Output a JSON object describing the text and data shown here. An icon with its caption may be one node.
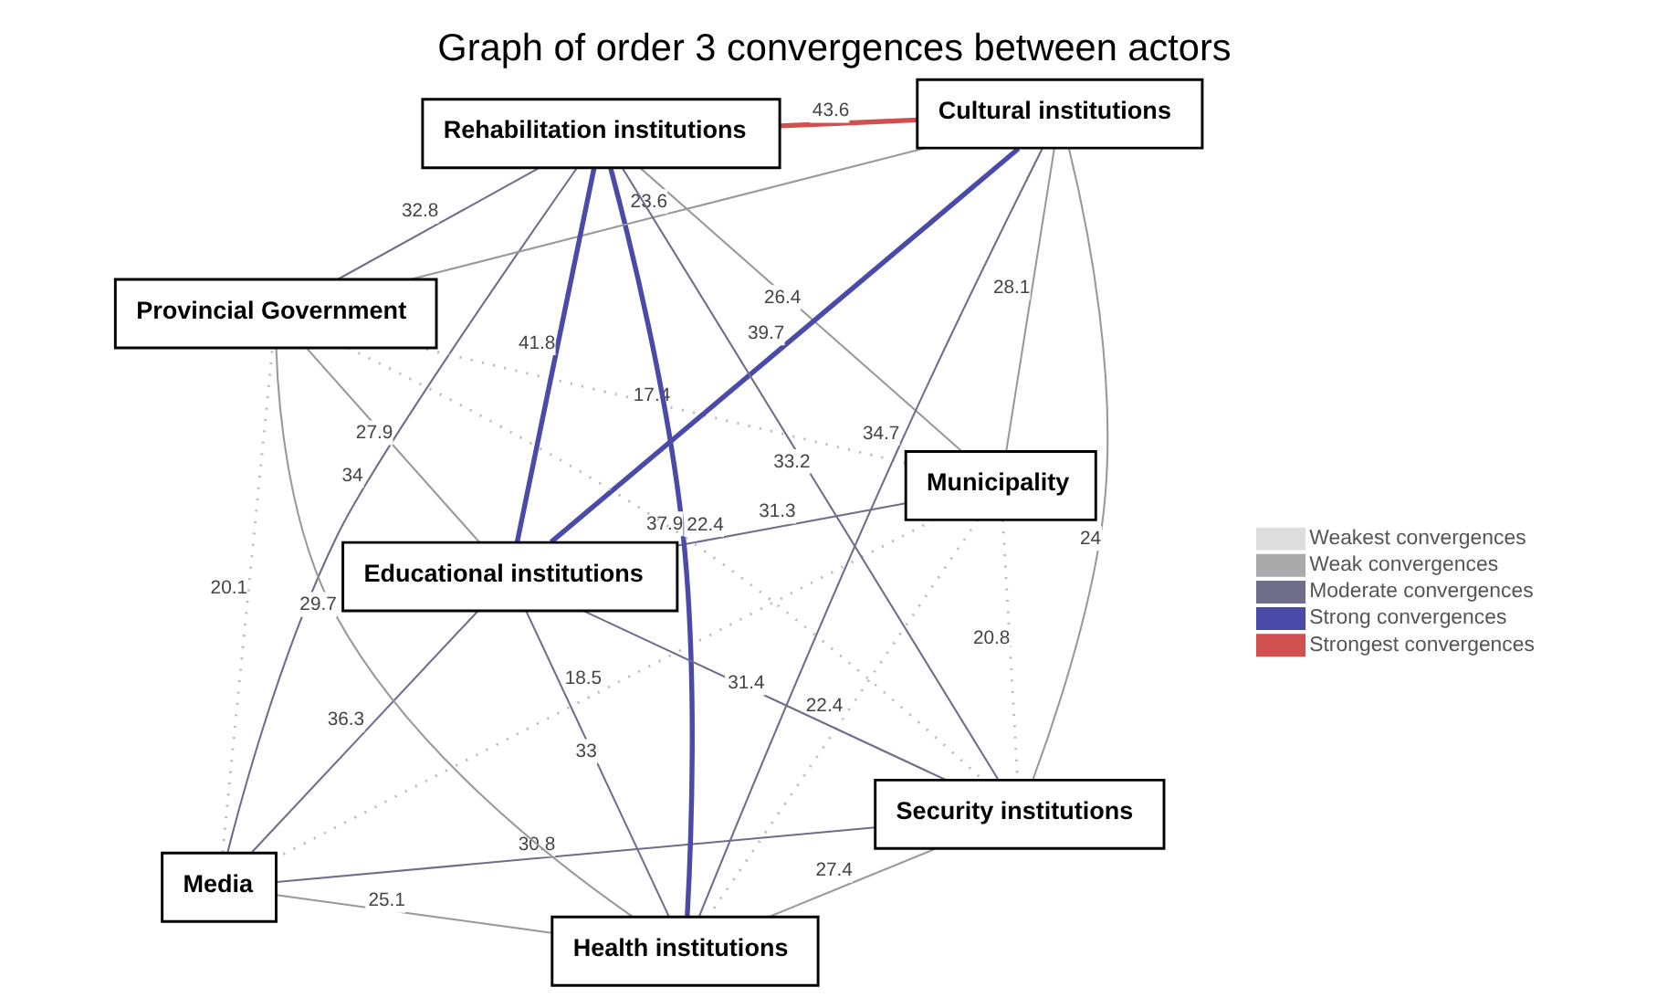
{
  "diagram": {
    "title": "Graph of order 3 convergences between actors",
    "nodes": [
      {
        "text": [
          "Media"
        ]
      },
      {
        "text": [
          "Municipality"
        ]
      },
      {
        "text": [
          "Health institutions"
        ]
      },
      {
        "text": [
          "Cultural institutions"
        ]
      },
      {
        "text": [
          "Rehabilitation institutions"
        ]
      },
      {
        "text": [
          "Provincial Government"
        ]
      },
      {
        "text": [
          "Educational institutions"
        ]
      },
      {
        "text": [
          "Security institutions"
        ]
      }
    ],
    "edges": [
      {
        "from": 1,
        "to": 0,
        "arrow": "none",
        "label": "18.5",
        "style": "dashed",
        "color": "#bbbbbb"
      },
      {
        "from": 0,
        "to": 2,
        "arrow": "none",
        "label": "25.1"
      },
      {
        "from": 1,
        "to": 2,
        "arrow": "none",
        "label": "22.4",
        "style": "dashed",
        "color": "#bbbbbb"
      },
      {
        "from": 0,
        "to": 7,
        "arrow": "none",
        "label": "30.8",
        "color": "#6e6e8a"
      },
      {
        "from": 1,
        "to": 3,
        "arrow": "none",
        "label": "28.1"
      },
      {
        "from": 0,
        "to": 4,
        "arrow": "none",
        "label": "34",
        "color": "#6e6e8a"
      },
      {
        "from": 1,
        "to": 6,
        "arrow": "none",
        "label": "31.3",
        "color": "#6e6e8a"
      },
      {
        "from": 1,
        "to": 4,
        "arrow": "none",
        "label": "26.4"
      },
      {
        "from": 0,
        "to": 5,
        "arrow": "none",
        "label": "20.1",
        "style": "dashed",
        "color": "#bbbbbb"
      },
      {
        "from": 1,
        "to": 5,
        "arrow": "none",
        "label": "17.4",
        "style": "dashed",
        "color": "#bbbbbb"
      },
      {
        "from": 1,
        "to": 7,
        "arrow": "none",
        "label": "20.8",
        "style": "dashed",
        "color": "#bbbbbb"
      },
      {
        "from": 2,
        "to": 3,
        "arrow": "none",
        "label": "34.7",
        "color": "#6e6e8a"
      },
      {
        "from": 2,
        "to": 5,
        "arrow": "none",
        "label": "29.7"
      },
      {
        "from": 3,
        "to": 5,
        "arrow": "none",
        "label": "23.6"
      },
      {
        "from": 3,
        "to": 4,
        "arrow": "none",
        "label": "43.6",
        "style": "thick",
        "color": "#d05050"
      },
      {
        "from": 3,
        "to": 7,
        "arrow": "none",
        "label": "24"
      },
      {
        "from": 2,
        "to": 4,
        "arrow": "none",
        "label": "37.9",
        "style": "thick",
        "color": "#4a4aa8"
      },
      {
        "from": 2,
        "to": 6,
        "arrow": "none",
        "label": "33",
        "color": "#6e6e8a"
      },
      {
        "from": 3,
        "to": 6,
        "arrow": "none",
        "label": "39.7",
        "style": "thick",
        "color": "#4a4aa8"
      },
      {
        "from": 2,
        "to": 7,
        "arrow": "none",
        "label": "27.4"
      },
      {
        "from": 4,
        "to": 5,
        "arrow": "none",
        "label": "32.8",
        "color": "#6e6e8a"
      },
      {
        "from": 4,
        "to": 7,
        "arrow": "none",
        "label": "33.2",
        "color": "#6e6e8a"
      },
      {
        "from": 4,
        "to": 6,
        "arrow": "none",
        "label": "41.8",
        "style": "thick",
        "color": "#4a4aa8"
      },
      {
        "from": 5,
        "to": 6,
        "arrow": "none",
        "label": "27.9"
      },
      {
        "from": 0,
        "to": 6,
        "arrow": "none",
        "label": "36.3",
        "color": "#6e6e8a"
      },
      {
        "from": 5,
        "to": 7,
        "arrow": "none",
        "label": "22.4",
        "style": "dashed",
        "color": "#bbbbbb"
      },
      {
        "from": 6,
        "to": 7,
        "arrow": "none",
        "label": "31.4",
        "color": "#6e6e8a"
      }
    ],
    "legend": [
      {
        "text": "Weakest convergences"
      },
      {
        "text": "Weak convergences"
      },
      {
        "text": "Moderate convergences"
      },
      {
        "text": "Strong convergences"
      },
      {
        "text": "Strongest convergences"
      }
    ]
  }
}
